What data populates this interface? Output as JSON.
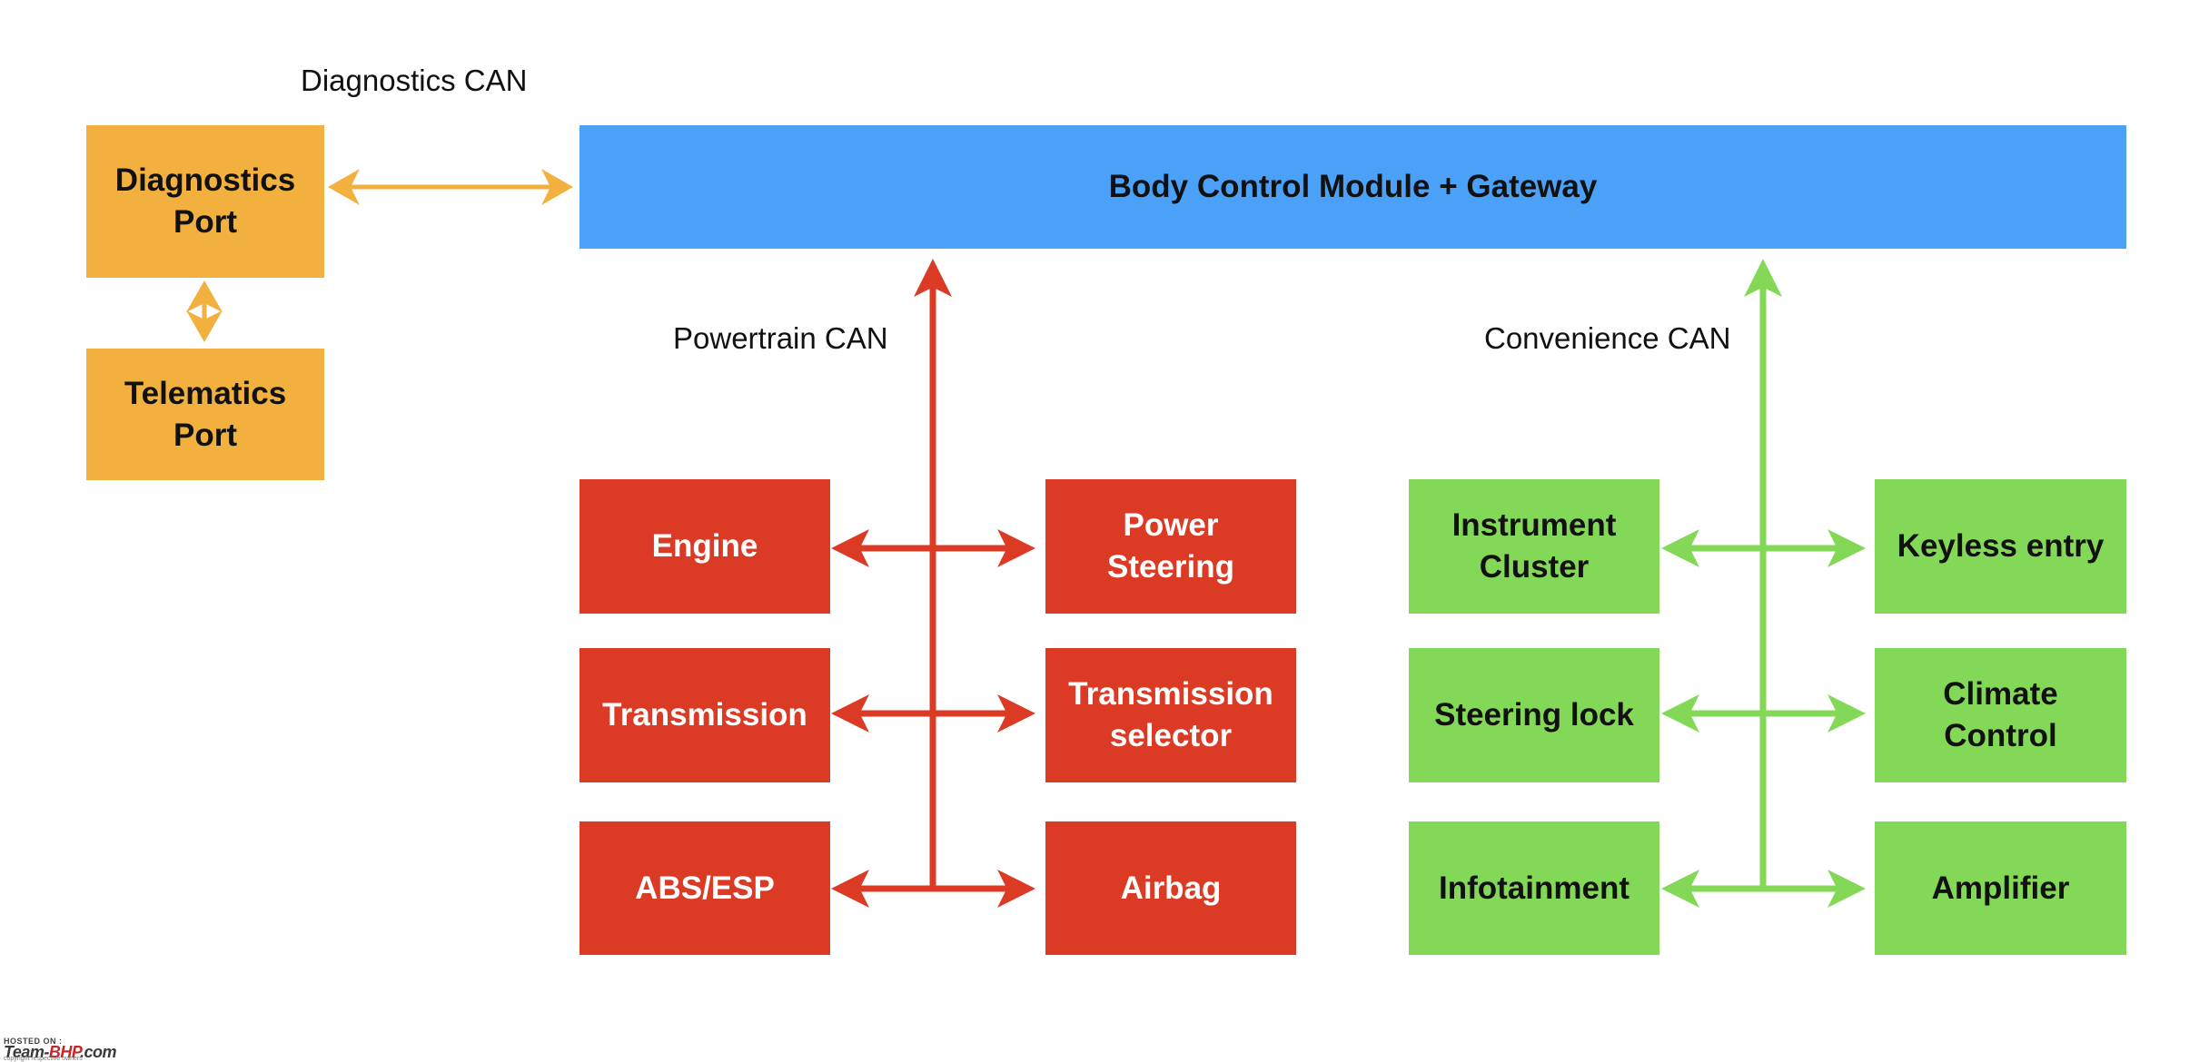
{
  "colors": {
    "orange": "#F2B03E",
    "blue": "#4AA1F7",
    "red": "#DB3B25",
    "green": "#84D858"
  },
  "labels": {
    "diagnostics_can": "Diagnostics CAN",
    "powertrain_can": "Powertrain CAN",
    "convenience_can": "Convenience CAN"
  },
  "boxes": {
    "diagnostics_port": "Diagnostics\nPort",
    "telematics_port": "Telematics\nPort",
    "bcm_gateway": "Body Control Module + Gateway",
    "engine": "Engine",
    "power_steering": "Power\nSteering",
    "transmission": "Transmission",
    "transmission_selector": "Transmission\nselector",
    "abs_esp": "ABS/ESP",
    "airbag": "Airbag",
    "instrument_cluster": "Instrument\nCluster",
    "keyless_entry": "Keyless entry",
    "steering_lock": "Steering lock",
    "climate_control": "Climate\nControl",
    "infotainment": "Infotainment",
    "amplifier": "Amplifier"
  },
  "watermark": {
    "hosted_on": "HOSTED ON :",
    "logo_team": "Team-",
    "logo_bhp": "BHP",
    "logo_com": ".com",
    "copyright": "copyright respective owners"
  }
}
